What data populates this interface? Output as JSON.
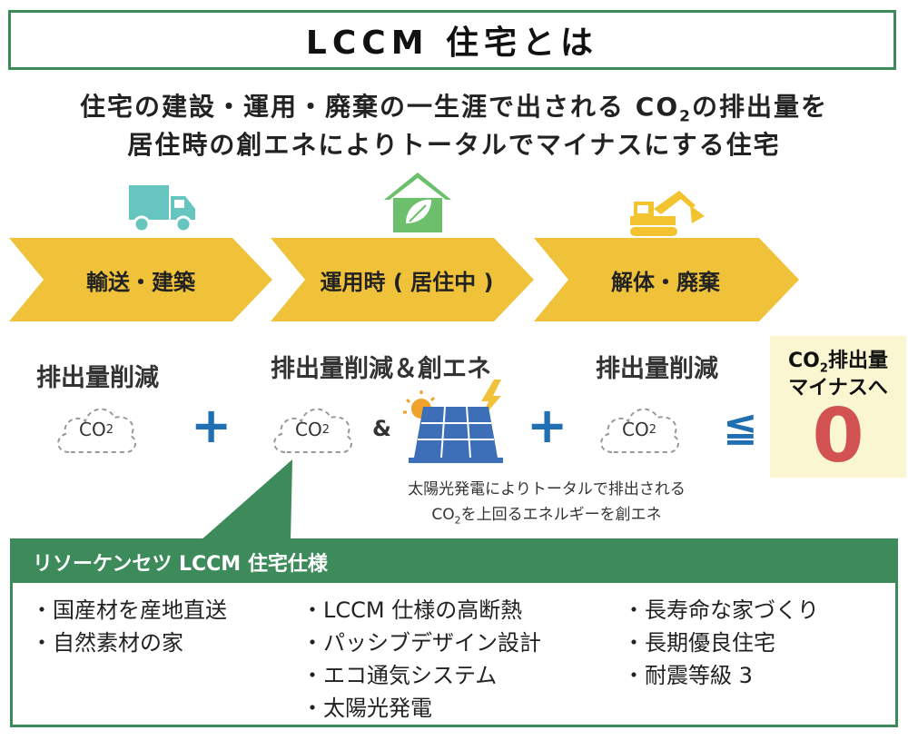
{
  "title": "LCCM 住宅とは",
  "subtitle": {
    "line1_pre": "住宅の建設・運用・廃棄の一生涯で出される CO",
    "line1_sub": "2",
    "line1_post": "の排出量を",
    "line2": "居住時の創エネによりトータルでマイナスにする住宅"
  },
  "stages": [
    {
      "label": "輸送・建築",
      "icon": "truck-icon",
      "title": "排出量削減",
      "cloud": "CO",
      "cloud_sub": "2"
    },
    {
      "label": "運用時 ( 居住中 )",
      "icon": "house-leaf-icon",
      "title": "排出量削減＆創エネ",
      "cloud": "CO",
      "cloud_sub": "2"
    },
    {
      "label": "解体・廃棄",
      "icon": "excavator-icon",
      "title": "排出量削減",
      "cloud": "CO",
      "cloud_sub": "2"
    }
  ],
  "operators": {
    "plus": "+",
    "amp": "&",
    "leq": "≦"
  },
  "result": {
    "line1_pre": "CO",
    "line1_sub": "2",
    "line1_post": "排出量",
    "line2": "マイナスへ",
    "value": "0"
  },
  "solar_note": {
    "line1": "太陽光発電によりトータルで排出される",
    "line2_pre": "CO",
    "line2_sub": "2",
    "line2_post": "を上回るエネルギーを創エネ"
  },
  "spec": {
    "heading": "リソーケンセツ LCCM 住宅仕様",
    "col1": [
      "・国産材を産地直送",
      "・自然素材の家"
    ],
    "col2": [
      "・LCCM 仕様の高断熱",
      "・パッシブデザイン設計",
      "・エコ通気システム",
      "・太陽光発電"
    ],
    "col3": [
      "・長寿命な家づくり",
      "・長期優良住宅",
      "・耐震等級 3"
    ]
  },
  "colors": {
    "green": "#3d8a5a",
    "arrow_yellow": "#f0c23a",
    "blue": "#1f6fb2",
    "zero_red": "#d25252",
    "zero_bg": "#fbf6d2",
    "truck": "#67c5bf",
    "house": "#6cbf6b"
  }
}
